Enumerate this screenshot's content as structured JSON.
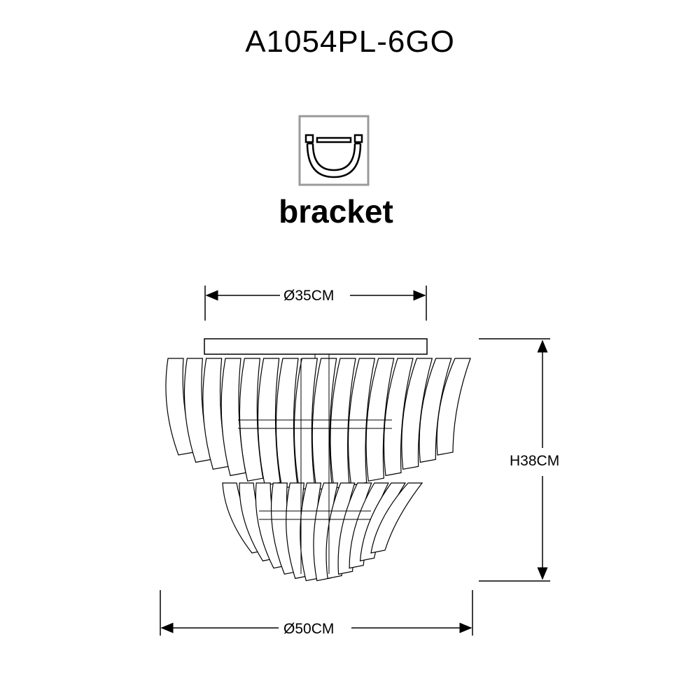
{
  "title": "A1054PL-6GO",
  "bracket": {
    "label": "bracket",
    "icon": "u-channel-bracket-icon"
  },
  "dimensions": {
    "top_diameter": "Ø35CM",
    "bottom_diameter": "Ø50CM",
    "height": "H38CM"
  },
  "colors": {
    "line": "#000000",
    "frame": "#9a9a9a"
  }
}
